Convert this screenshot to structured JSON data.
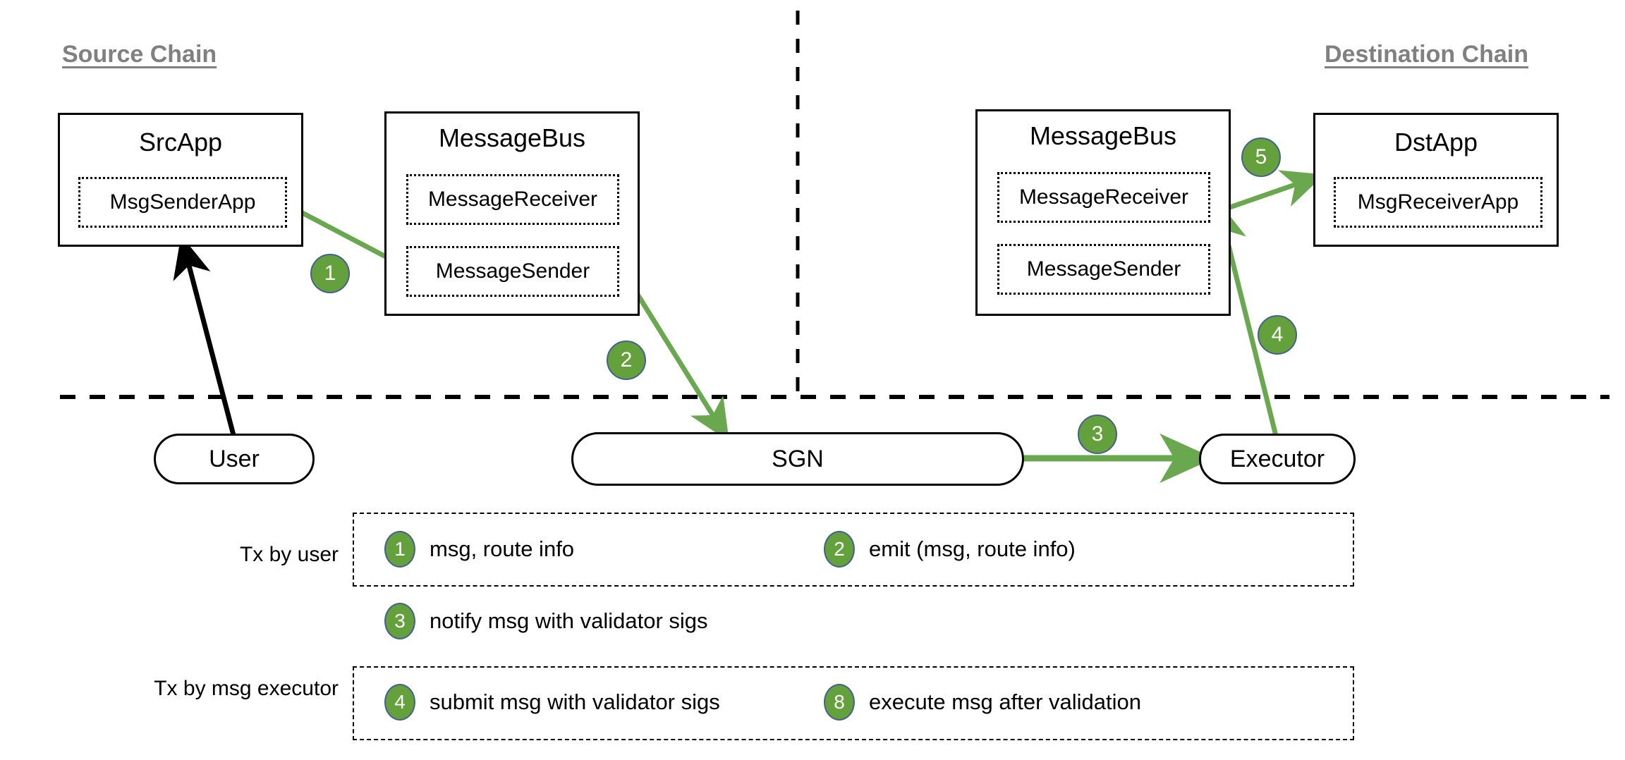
{
  "diagram": {
    "title_left": "Source Chain",
    "title_right": "Destination Chain"
  },
  "source_chain": {
    "src_app": {
      "title": "SrcApp",
      "inner": "MsgSenderApp"
    },
    "message_bus": {
      "title": "MessageBus",
      "receiver": "MessageReceiver",
      "sender": "MessageSender"
    }
  },
  "destination_chain": {
    "message_bus": {
      "title": "MessageBus",
      "receiver": "MessageReceiver",
      "sender": "MessageSender"
    },
    "dst_app": {
      "title": "DstApp",
      "inner": "MsgReceiverApp"
    }
  },
  "offchain": {
    "user": "User",
    "sgn": "SGN",
    "executor": "Executor"
  },
  "flow_badges": {
    "step1": "1",
    "step2": "2",
    "step3": "3",
    "step4": "4",
    "step5": "5"
  },
  "legend": {
    "row1_label": "Tx by user",
    "row2_label": "Tx by msg executor",
    "items": [
      {
        "num": "1",
        "text": "msg, route info"
      },
      {
        "num": "2",
        "text": "emit (msg, route info)"
      },
      {
        "num": "3",
        "text": "notify msg with validator sigs"
      },
      {
        "num": "4",
        "text": "submit msg with validator sigs"
      },
      {
        "num": "8",
        "text": "execute msg after validation"
      }
    ]
  },
  "colors": {
    "badge_fill": "#64A03C",
    "badge_stroke": "#44618F",
    "arrow_green": "#6AA84F",
    "arrow_black": "#000000",
    "chain_title": "#808080"
  }
}
